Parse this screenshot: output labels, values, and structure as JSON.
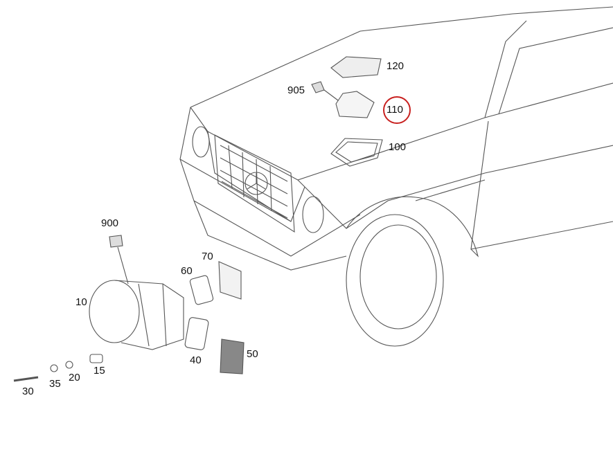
{
  "labels": {
    "p120": "120",
    "p905": "905",
    "p110": "110",
    "p100": "100",
    "p900": "900",
    "p10": "10",
    "p70": "70",
    "p60": "60",
    "p40": "40",
    "p50": "50",
    "p30": "30",
    "p35": "35",
    "p20": "20",
    "p15": "15"
  },
  "highlight": {
    "part": "110",
    "color": "#c8201f"
  }
}
